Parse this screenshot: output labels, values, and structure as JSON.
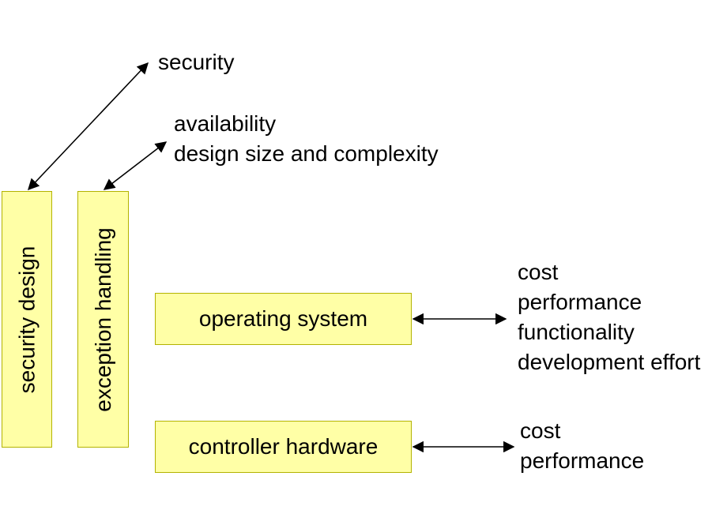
{
  "boxes": {
    "security_design": "security design",
    "exception_handling": "exception handling",
    "operating_system": "operating system",
    "controller_hardware": "controller hardware"
  },
  "labels": {
    "security": [
      "security"
    ],
    "exception": [
      "availability",
      "design size and complexity"
    ],
    "operating_system": [
      "cost",
      "performance",
      "functionality",
      "development effort"
    ],
    "controller_hardware": [
      "cost",
      "performance"
    ]
  },
  "colors": {
    "box_fill": "#ffffa6",
    "box_border": "#b3b300"
  }
}
